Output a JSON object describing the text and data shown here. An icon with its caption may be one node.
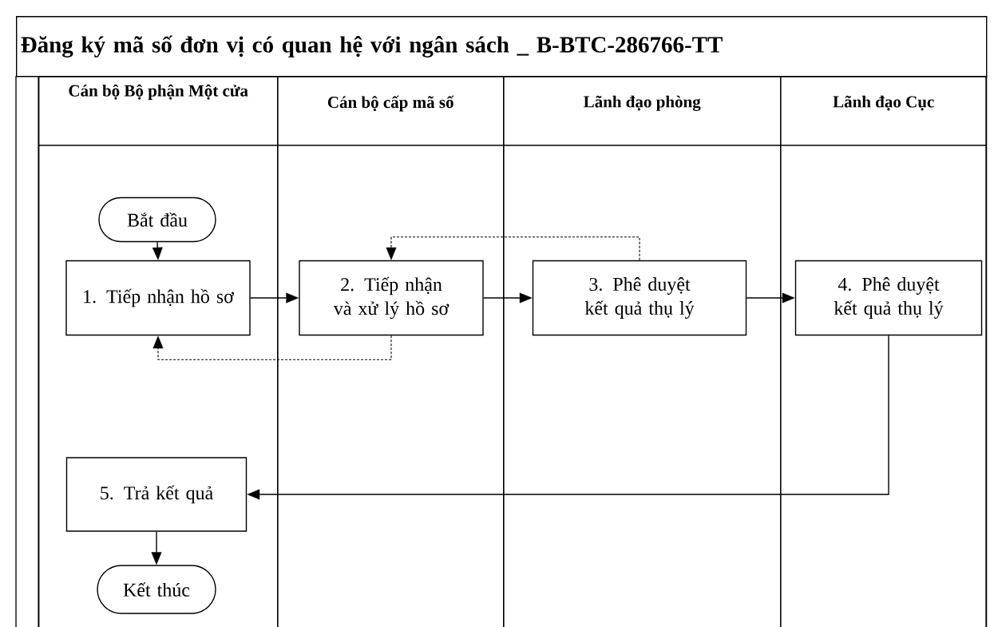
{
  "diagram": {
    "title": "Đăng ký mã số đơn vị có quan hệ với ngân sách _ B-BTC-286766-TT",
    "nodes": [
      {
        "text": [
          "Cán bộ Bộ phận Một cửa"
        ]
      },
      {
        "text": [
          "Cán bộ cấp mã số"
        ]
      },
      {
        "text": [
          "Lãnh đạo phòng"
        ]
      },
      {
        "text": [
          "Lãnh đạo Cục"
        ]
      },
      {
        "text": [
          "Bắt đầu"
        ],
        "in": 0
      },
      {
        "text": [
          "1. Tiếp nhận hồ sơ"
        ],
        "in": 0
      },
      {
        "text": [
          "2. Tiếp nhận và xử lý hồ sơ"
        ],
        "in": 1
      },
      {
        "text": [
          "3. Phê duyệt kết quả thụ lý"
        ],
        "in": 2
      },
      {
        "text": [
          "4. Phê duyệt kết quả thụ lý"
        ],
        "in": 3
      },
      {
        "text": [
          "5. Trả kết quả"
        ],
        "in": 0
      },
      {
        "text": [
          "Kết thúc"
        ],
        "in": 0
      }
    ],
    "edges": [
      {
        "from": 4,
        "to": 5,
        "arrow": "to"
      },
      {
        "from": 5,
        "to": 6,
        "arrow": "to"
      },
      {
        "from": 6,
        "to": 7,
        "arrow": "to"
      },
      {
        "from": 7,
        "to": 8,
        "arrow": "to"
      },
      {
        "from": 6,
        "to": 5,
        "arrow": "to",
        "style": "dashed"
      },
      {
        "from": 7,
        "to": 6,
        "arrow": "to",
        "style": "dashed"
      },
      {
        "from": 8,
        "to": 9,
        "arrow": "to"
      },
      {
        "from": 9,
        "to": 10,
        "arrow": "to"
      }
    ]
  }
}
